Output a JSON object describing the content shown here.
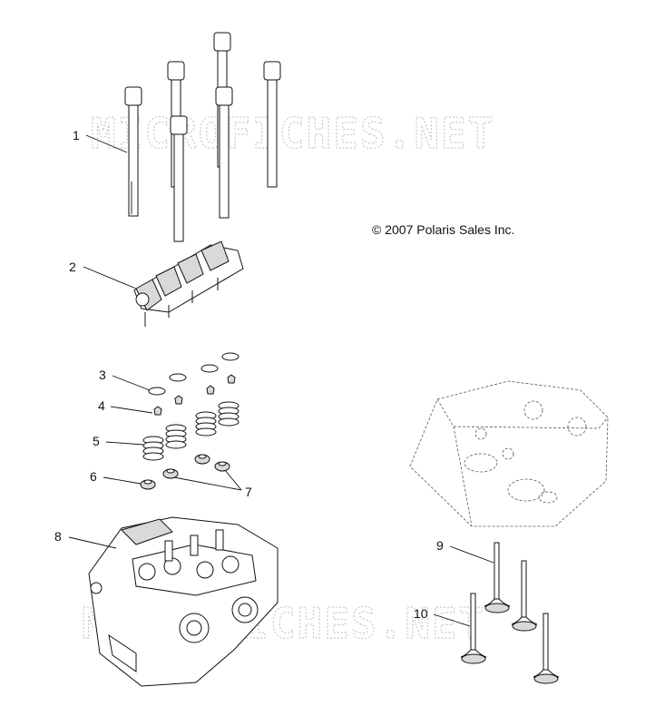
{
  "watermark": {
    "text": "MICROFICHES.NET"
  },
  "copyright": "© 2007 Polaris Sales Inc.",
  "callouts": {
    "c1": "1",
    "c2": "2",
    "c3": "3",
    "c4": "4",
    "c5": "5",
    "c6": "6",
    "c7": "7",
    "c8": "8",
    "c9": "9",
    "c10": "10"
  },
  "parts": {
    "bolts": "head-bolt",
    "rocker": "rocker-arm-assembly",
    "washer": "spring-washer",
    "keeper": "valve-keeper",
    "spring": "valve-spring",
    "seal": "valve-stem-seal",
    "head": "cylinder-head",
    "head_ghost": "cylinder-head-underside",
    "intake_valve": "valve",
    "exhaust_valve": "valve"
  }
}
